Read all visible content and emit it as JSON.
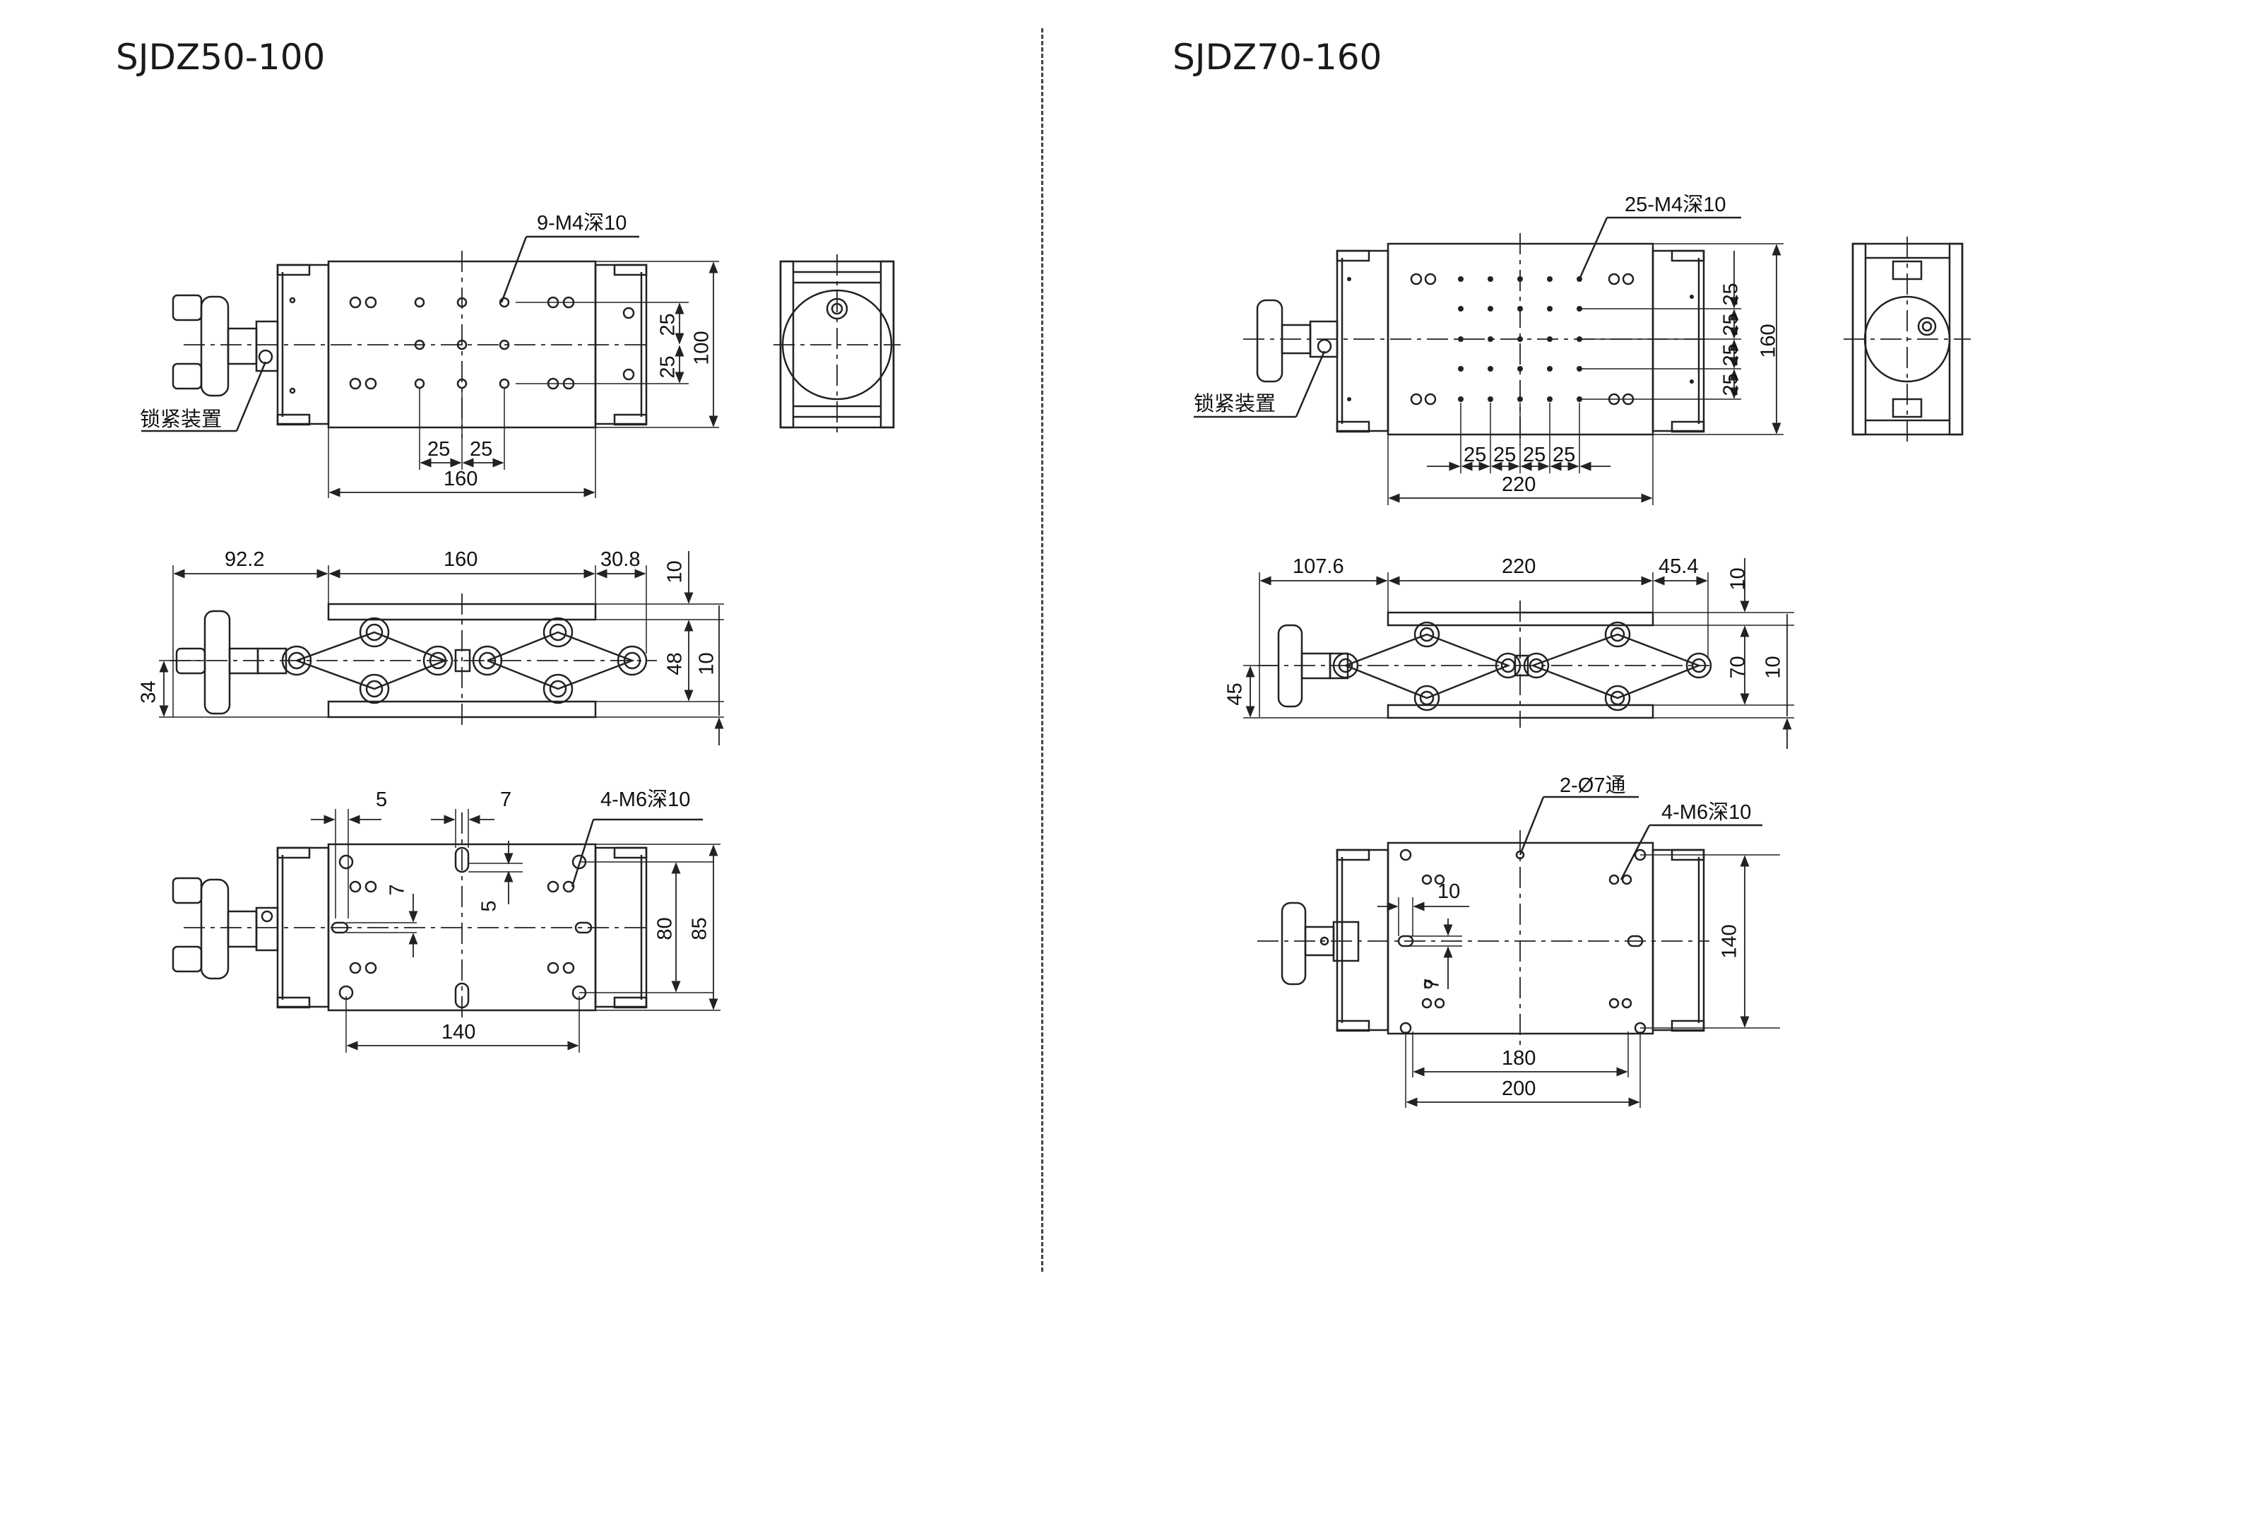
{
  "left": {
    "title": "SJDZ50-100",
    "top": {
      "holes_note": "9-M4深10",
      "dim_25a": "25",
      "dim_25b": "25",
      "dim_25c": "25",
      "dim_25d": "25",
      "dim_100": "100",
      "dim_160": "160",
      "lock_label": "锁紧装置"
    },
    "side": {
      "dim_92": "92.2",
      "dim_160": "160",
      "dim_30": "30.8",
      "dim_10a": "10",
      "dim_48": "48",
      "dim_10b": "10",
      "dim_34": "34"
    },
    "bottom": {
      "dim_5a": "5",
      "dim_7a": "7",
      "holes_note": "4-M6深10",
      "dim_7b": "7",
      "dim_5b": "5",
      "dim_80": "80",
      "dim_85": "85",
      "dim_140": "140"
    }
  },
  "right": {
    "title": "SJDZ70-160",
    "top": {
      "holes_note": "25-M4深10",
      "dim_25a": "25",
      "dim_25b": "25",
      "dim_25c": "25",
      "dim_25d": "25",
      "dim_25e": "25",
      "dim_25f": "25",
      "dim_25g": "25",
      "dim_25h": "25",
      "dim_160": "160",
      "dim_220": "220",
      "lock_label": "锁紧装置"
    },
    "side": {
      "dim_107": "107.6",
      "dim_220": "220",
      "dim_45": "45.4",
      "dim_10a": "10",
      "dim_70": "70",
      "dim_10b": "10",
      "dim_45v": "45"
    },
    "bottom": {
      "holes_note2": "2-Ø7通",
      "holes_note": "4-M6深10",
      "dim_10": "10",
      "dim_7": "7",
      "dim_140": "140",
      "dim_180": "180",
      "dim_200": "200"
    }
  }
}
